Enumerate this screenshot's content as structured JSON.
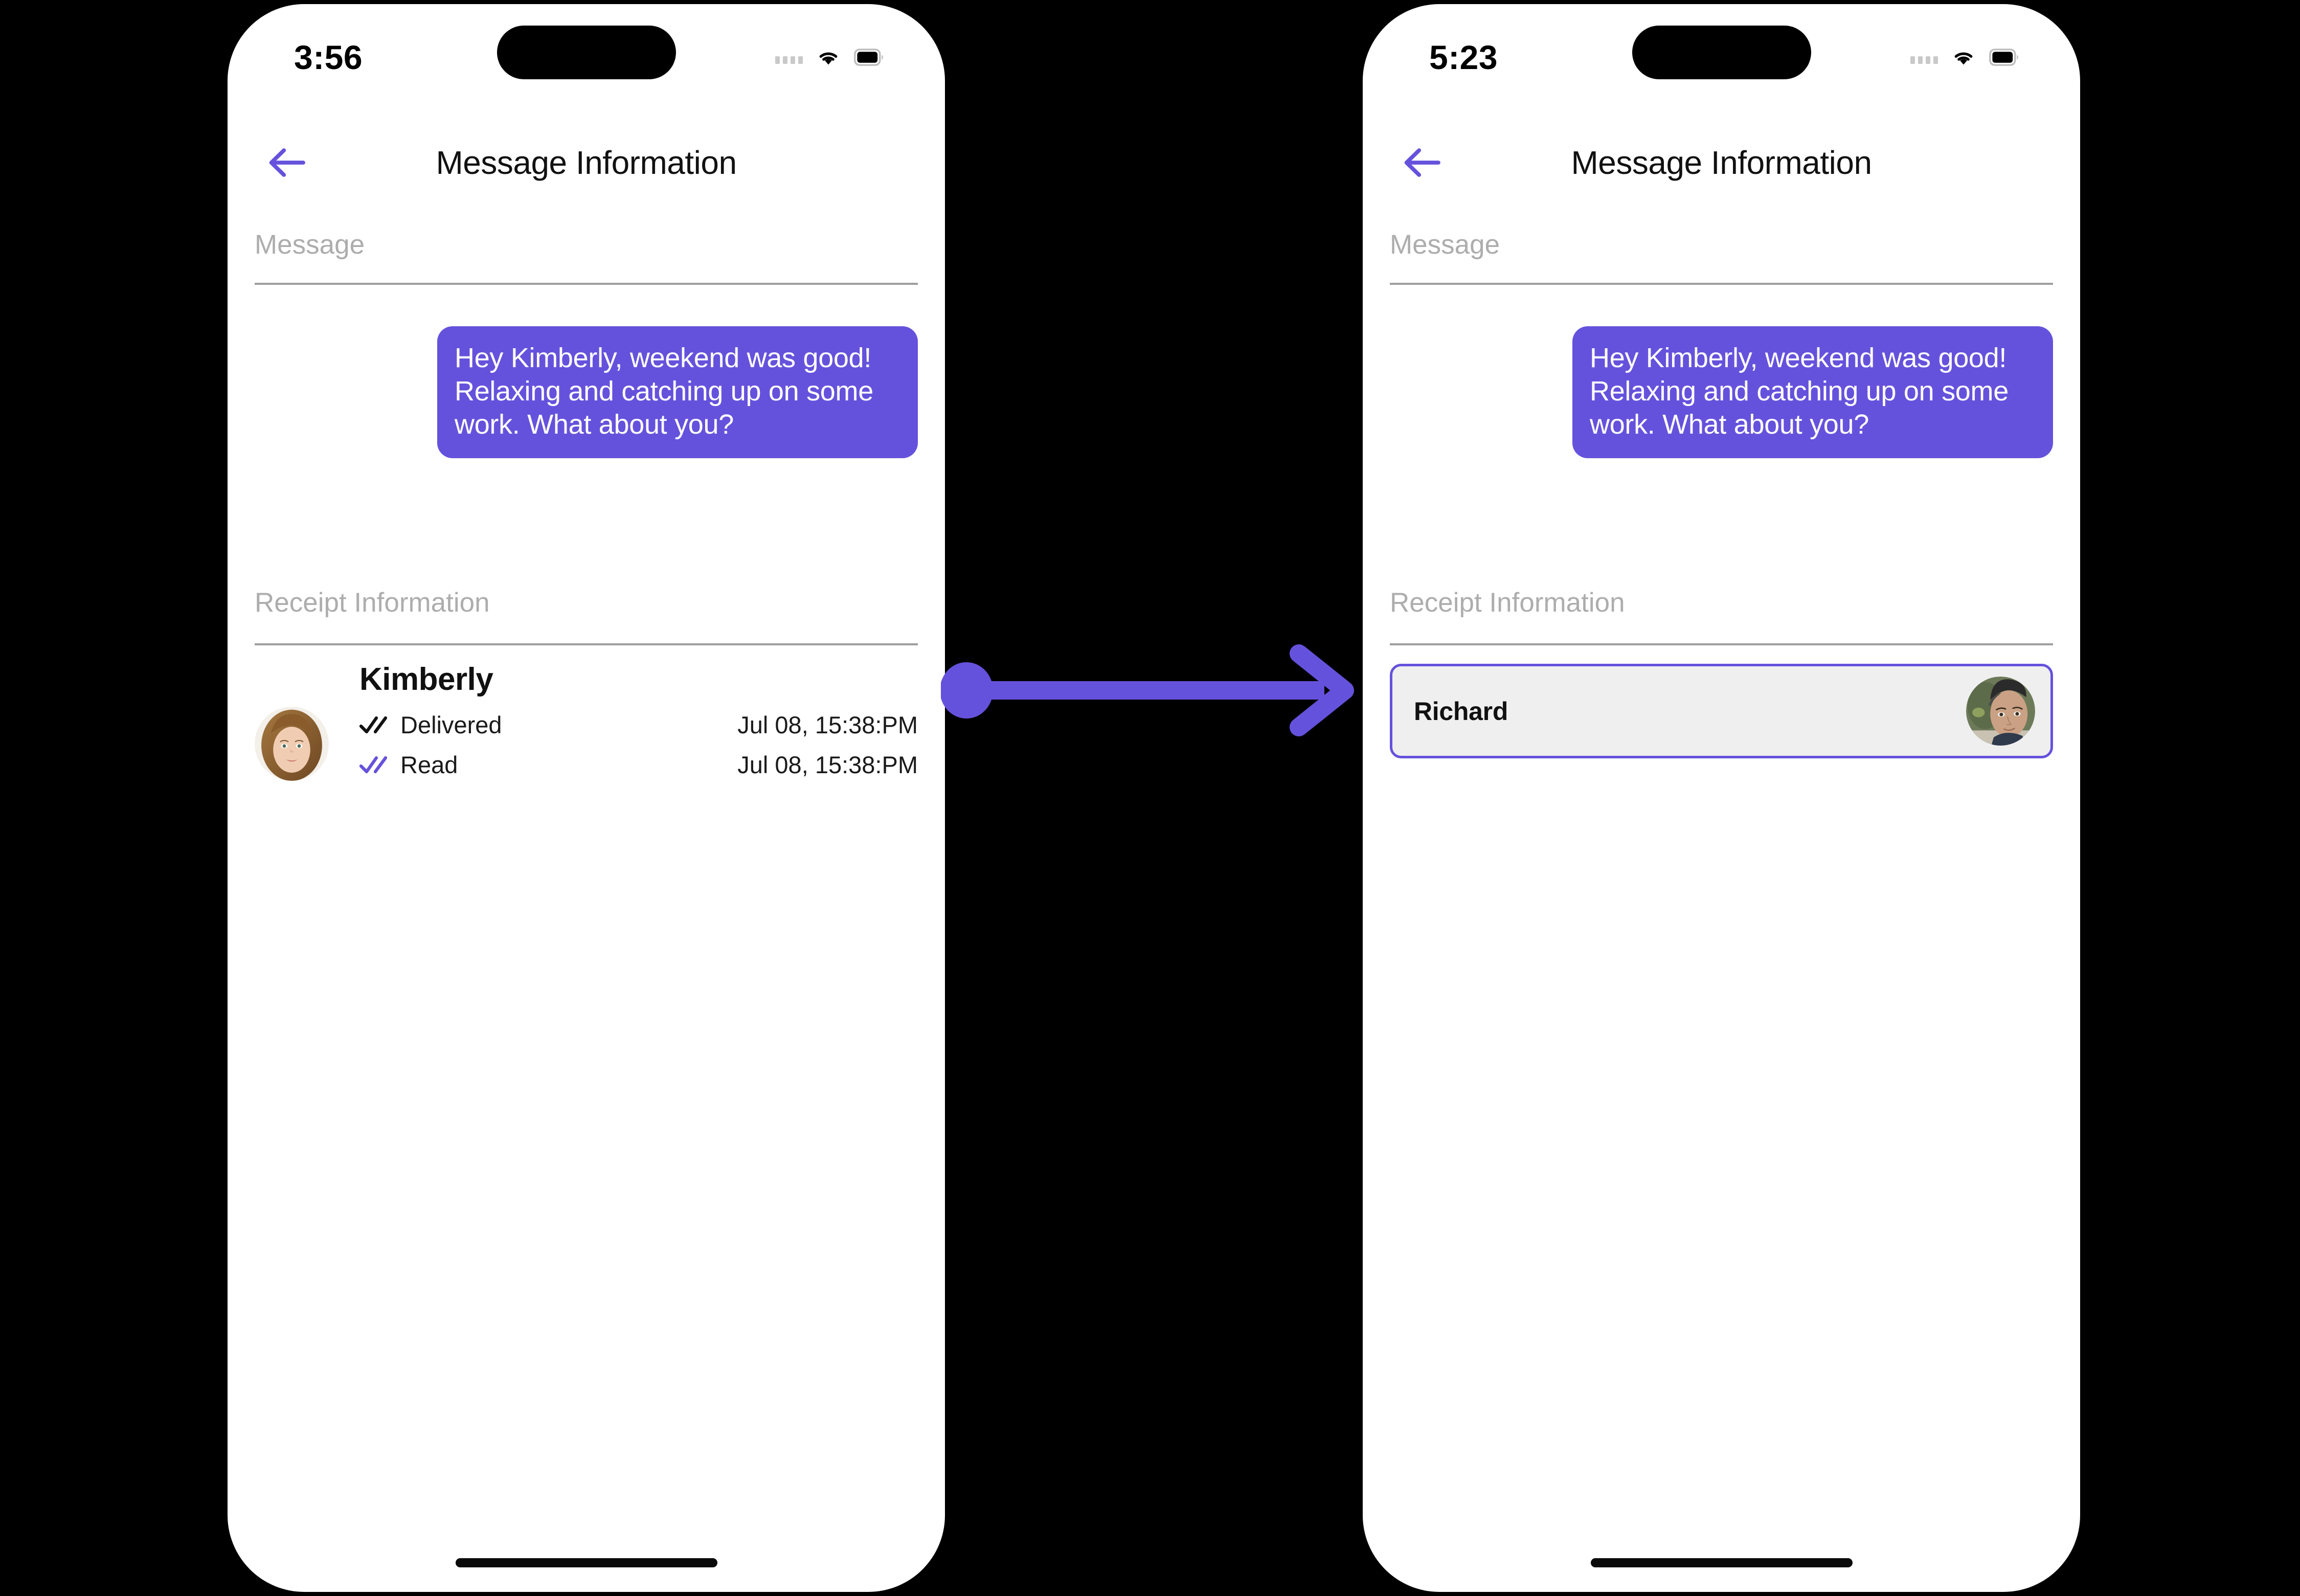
{
  "accent_color": "#6552DC",
  "card_bg_color": "#efefef",
  "divider_color": "#9e9e9e",
  "section_label_color": "#adadad",
  "screens": [
    {
      "id": "left",
      "status": {
        "time": "3:56",
        "signal_icon": "signal-dots-icon",
        "wifi_icon": "wifi-icon",
        "battery_icon": "battery-icon"
      },
      "nav": {
        "back_icon": "back-arrow-icon",
        "title": "Message Information"
      },
      "message_section": {
        "label": "Message",
        "bubble_text": "Hey Kimberly, weekend was good!  Relaxing and catching up on some work. What about you?"
      },
      "receipt_section": {
        "label": "Receipt Information",
        "contact_name": "Kimberly",
        "avatar_icon": "kimberly-avatar",
        "rows": [
          {
            "icon": "double-check-icon",
            "icon_color": "#121212",
            "status": "Delivered",
            "time": "Jul 08, 15:38:PM"
          },
          {
            "icon": "double-check-icon",
            "icon_color": "#6552DC",
            "status": "Read",
            "time": "Jul 08, 15:38:PM"
          }
        ]
      }
    },
    {
      "id": "right",
      "status": {
        "time": "5:23",
        "signal_icon": "signal-dots-icon",
        "wifi_icon": "wifi-icon",
        "battery_icon": "battery-icon"
      },
      "nav": {
        "back_icon": "back-arrow-icon",
        "title": "Message Information"
      },
      "message_section": {
        "label": "Message",
        "bubble_text": "Hey Kimberly, weekend was good!  Relaxing and catching up on some work. What about you?"
      },
      "receipt_section": {
        "label": "Receipt Information",
        "card_name": "Richard",
        "avatar_icon": "richard-avatar"
      }
    }
  ],
  "connector": {
    "icon": "arrow-right-icon",
    "color": "#6552DC"
  }
}
